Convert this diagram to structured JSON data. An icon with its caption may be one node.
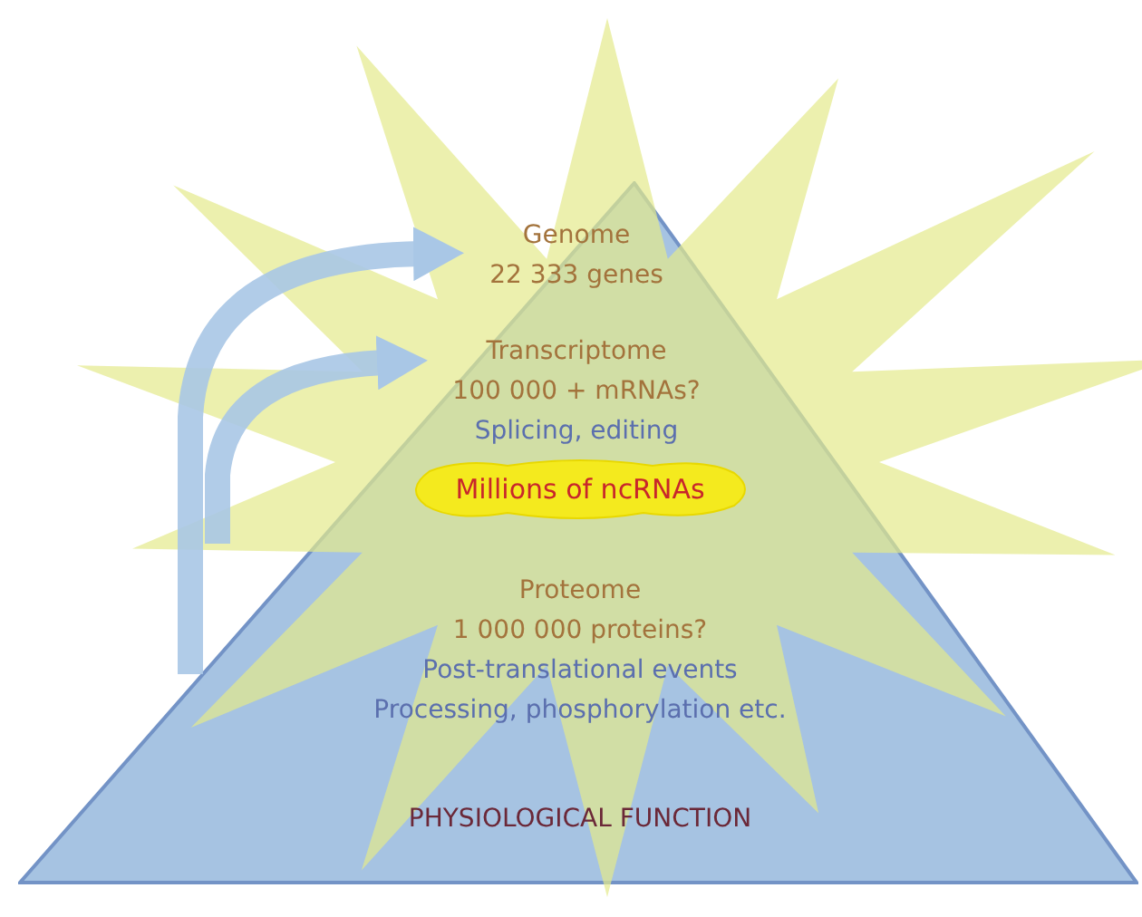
{
  "diagram": {
    "nodes": [
      {
        "text": [],
        "shape": "triangle"
      },
      {
        "text": [
          "Genome",
          "22 333 genes"
        ],
        "in": 0
      },
      {
        "text": [
          "Transcriptome",
          "100 000 + mRNAs?",
          "Splicing, editing"
        ],
        "in": 0
      },
      {
        "text": [
          "Millions of ncRNAs"
        ],
        "in": 0
      },
      {
        "text": [
          "Proteome",
          "1 000 000 proteins?",
          "Post-translational events",
          "Processing, phosphorylation etc."
        ],
        "in": 0
      },
      {
        "text": [
          "PHYSIOLOGICAL FUNCTION"
        ],
        "in": 0
      }
    ],
    "edges": [
      {
        "from": null,
        "to": 1,
        "arrow": "to"
      },
      {
        "from": null,
        "to": 2,
        "arrow": "to"
      }
    ]
  }
}
